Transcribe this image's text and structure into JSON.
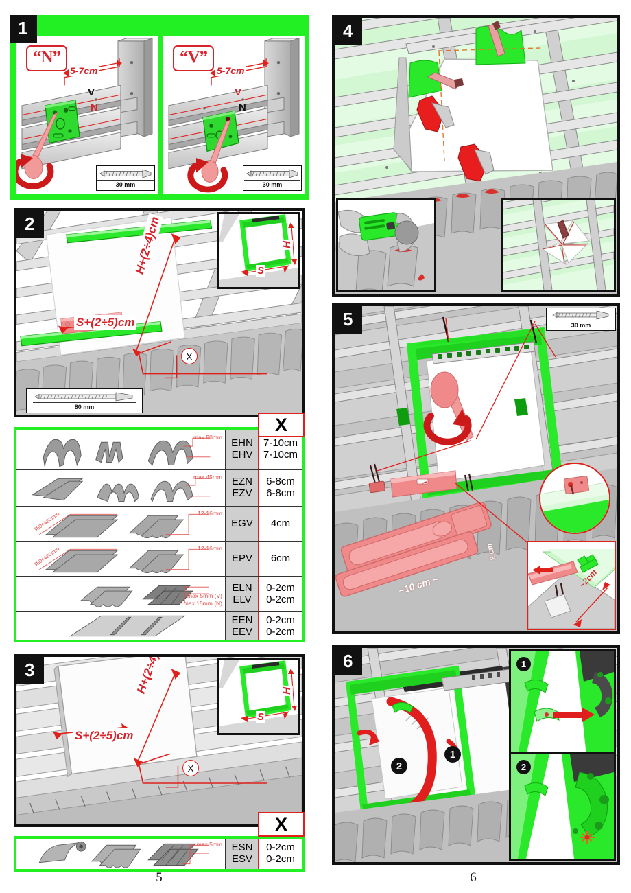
{
  "document": {
    "type": "installation-manual-spread",
    "left_page_number": "5",
    "right_page_number": "6"
  },
  "steps": {
    "step1": {
      "number": "1",
      "variant_n_label": "“N”",
      "variant_v_label": "“V”",
      "distance_label": "5-7cm",
      "batten_upper_label": "V",
      "batten_lower_label": "N",
      "screw_scale_label": "30 mm"
    },
    "step2": {
      "number": "2",
      "width_label": "S+(2÷5)cm",
      "height_label": "H+(2÷4)cm",
      "x_marker": "X",
      "screw_scale_label": "80 mm",
      "inset": {
        "width_label": "S",
        "height_label": "H"
      }
    },
    "step3": {
      "number": "3",
      "width_label": "S+(2÷5)cm",
      "height_label": "H+(2÷4)cm",
      "x_marker": "X",
      "inset": {
        "width_label": "S",
        "height_label": "H"
      }
    },
    "step4": {
      "number": "4"
    },
    "step5": {
      "number": "5",
      "screw_scale_label": "30 mm",
      "gauge_long_label": "~10 cm ~",
      "gauge_short_label": "2 cm",
      "offset_label": "~2cm"
    },
    "step6": {
      "number": "6",
      "motion_1": "1",
      "motion_2": "2",
      "detail_1": "1",
      "detail_2": "2"
    }
  },
  "table_step2": {
    "x_header": "X",
    "columns": [
      "profile",
      "code",
      "x_value"
    ],
    "rows": [
      {
        "codes": [
          "EHN",
          "EHV"
        ],
        "values": [
          "7-10cm",
          "7-10cm"
        ],
        "max_label": "max 90mm",
        "profile": "high-profile-tile"
      },
      {
        "codes": [
          "EZN",
          "EZV"
        ],
        "values": [
          "6-8cm",
          "6-8cm"
        ],
        "max_label": "max 45mm",
        "profile": "low-profile-tile"
      },
      {
        "codes": [
          "EGV"
        ],
        "values": [
          "4cm"
        ],
        "max_label": "12-16mm",
        "size_label": "380÷420mm",
        "profile": "flat-slab-tile"
      },
      {
        "codes": [
          "EPV"
        ],
        "values": [
          "6cm"
        ],
        "max_label": "12-16mm",
        "size_label": "380÷420mm",
        "profile": "flat-slab-tile"
      },
      {
        "codes": [
          "ELN",
          "ELV"
        ],
        "values": [
          "0-2cm",
          "0-2cm"
        ],
        "max_label": "max 5mm (V)",
        "max_label2": "max 15mm (N)",
        "profile": "slate-shingle"
      },
      {
        "codes": [
          "EEN",
          "EEV"
        ],
        "values": [
          "0-2cm",
          "0-2cm"
        ],
        "profile": "standing-seam-sheet"
      }
    ]
  },
  "table_step3": {
    "x_header": "X",
    "rows": [
      {
        "codes": [
          "ESN",
          "ESV"
        ],
        "values": [
          "0-2cm",
          "0-2cm"
        ],
        "max_label": "max 5mm",
        "profile": "roll-and-shingle"
      }
    ]
  },
  "colors": {
    "accent_green": "#23f023",
    "frame_green": "#4ddc4d",
    "red": "#e0201b",
    "pink_tool": "#f08a8a",
    "black": "#111111",
    "tile_gray": "#b9b9b9"
  }
}
